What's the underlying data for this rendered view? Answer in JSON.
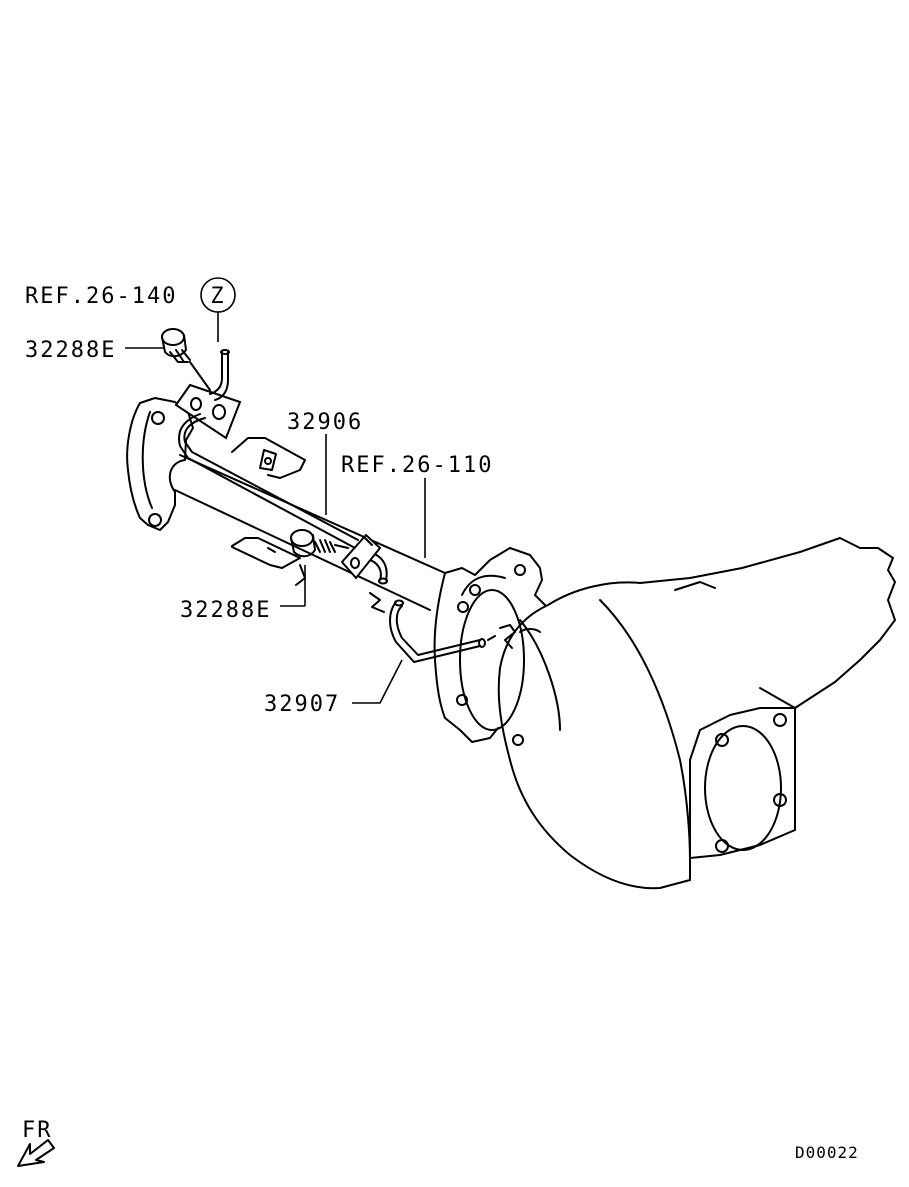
{
  "labels": {
    "ref_top": "REF.26-140",
    "ref_top_circle": "Z",
    "bolt_top": "32288E",
    "pipe_main": "32906",
    "ref_mid": "REF.26-110",
    "bolt_mid": "32288E",
    "pipe_short": "32907",
    "front_marker": "FR",
    "drawing_code": "D00022"
  },
  "colors": {
    "line": "#000000",
    "background": "#ffffff"
  },
  "icons": {
    "front_marker": "front-arrow-icon"
  }
}
